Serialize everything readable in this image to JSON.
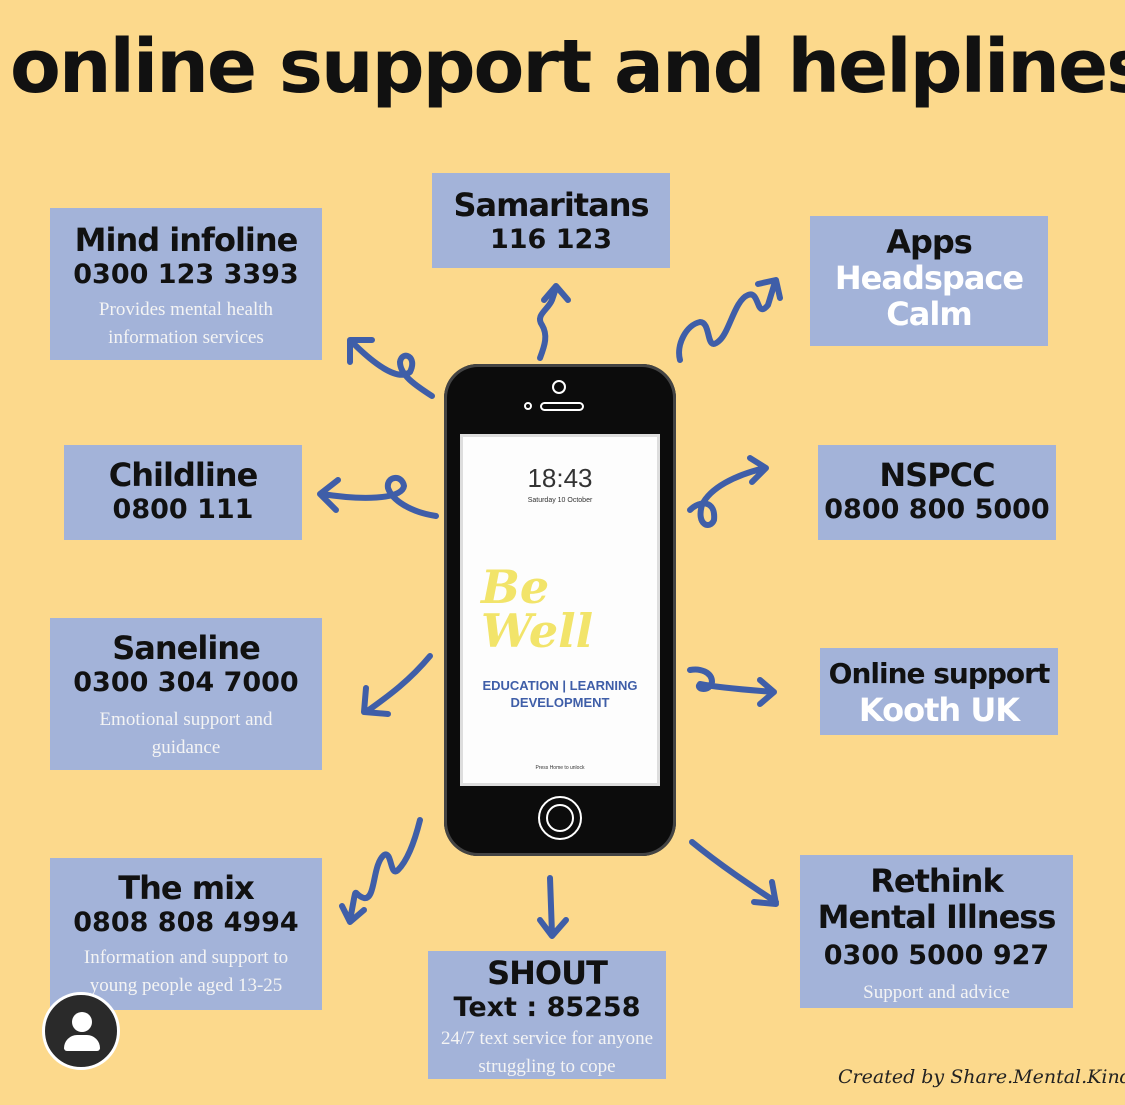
{
  "title": "online support and helplines",
  "cards": {
    "samaritans": {
      "name": "Samaritans",
      "number": "116  123"
    },
    "mind": {
      "name": "Mind infoline",
      "number": "0300 123 3393",
      "desc": "Provides mental health information services"
    },
    "apps": {
      "name": "Apps",
      "line1": "Headspace",
      "line2": "Calm"
    },
    "childline": {
      "name": "Childline",
      "number": "0800 111"
    },
    "nspcc": {
      "name": "NSPCC",
      "number": "0800 800 5000"
    },
    "saneline": {
      "name": "Saneline",
      "number": "0300 304 7000",
      "desc": "Emotional support and guidance"
    },
    "online": {
      "name": "Online support",
      "line1": "Kooth UK"
    },
    "themix": {
      "name": "The mix",
      "number": "0808 808 4994",
      "desc": "Information and support to young people aged 13-25"
    },
    "shout": {
      "name": "SHOUT",
      "number": "Text : 85258",
      "desc": "24/7 text service for anyone struggling to cope"
    },
    "rethink": {
      "name": "Rethink Mental Illness",
      "number": "0300 5000 927",
      "desc": "Support and advice"
    }
  },
  "phone": {
    "time": "18:43",
    "date": "Saturday 10 October",
    "logo": "Be Well",
    "tagline_line1": "EDUCATION | LEARNING",
    "tagline_line2": "DEVELOPMENT",
    "unlock": "Press Home to unlock"
  },
  "credit": "Created by Share.Mental.Kindness",
  "colors": {
    "background": "#fcd98c",
    "card": "#a3b3d9",
    "arrow": "#3f5ea8",
    "ink": "#111111"
  },
  "icons": {
    "arrows": "hand-drawn-arrow-icon",
    "avatar": "user-avatar-icon"
  }
}
